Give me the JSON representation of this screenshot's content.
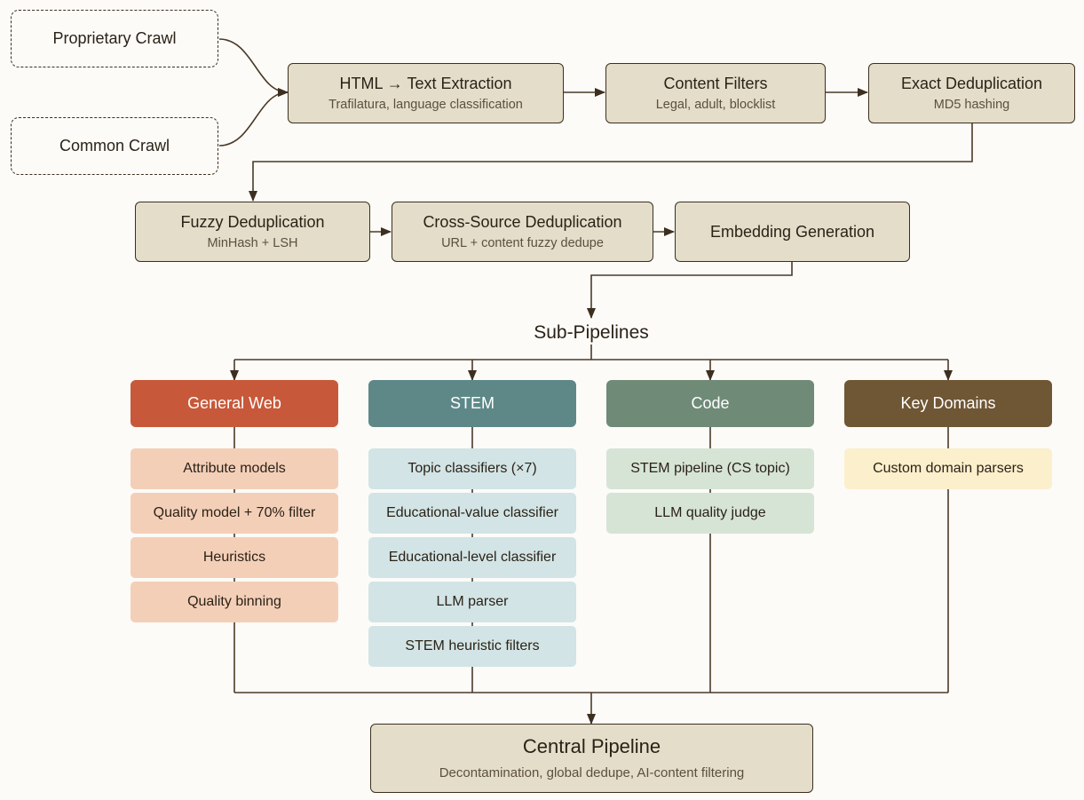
{
  "sources": {
    "proprietary": "Proprietary Crawl",
    "common": "Common Crawl"
  },
  "stages": {
    "html_extraction": {
      "title": "HTML → Text Extraction",
      "subtitle": "Trafilatura, language classification"
    },
    "content_filters": {
      "title": "Content Filters",
      "subtitle": "Legal, adult, blocklist"
    },
    "exact_dedup": {
      "title": "Exact Deduplication",
      "subtitle": "MD5 hashing"
    },
    "fuzzy_dedup": {
      "title": "Fuzzy Deduplication",
      "subtitle": "MinHash + LSH"
    },
    "cross_source_dedup": {
      "title": "Cross-Source Deduplication",
      "subtitle": "URL + content fuzzy dedupe"
    },
    "embedding": {
      "title": "Embedding Generation"
    }
  },
  "sub_pipelines_label": "Sub-Pipelines",
  "pipelines": {
    "general_web": {
      "title": "General Web",
      "items": [
        "Attribute models",
        "Quality model + 70% filter",
        "Heuristics",
        "Quality binning"
      ]
    },
    "stem": {
      "title": "STEM",
      "items": [
        "Topic classifiers (×7)",
        "Educational-value classifier",
        "Educational-level classifier",
        "LLM parser",
        "STEM heuristic filters"
      ]
    },
    "code": {
      "title": "Code",
      "items": [
        "STEM pipeline (CS topic)",
        "LLM quality judge"
      ]
    },
    "key_domains": {
      "title": "Key Domains",
      "items": [
        "Custom domain parsers"
      ]
    }
  },
  "central": {
    "title": "Central Pipeline",
    "subtitle": "Decontamination, global dedupe, AI-content filtering"
  },
  "colors": {
    "box_fill": "#e4ddca",
    "border": "#3d2f1f",
    "general_web_header": "#c7593a",
    "general_web_item": "#f4cfb8",
    "stem_header": "#5e8888",
    "stem_item": "#d2e4e5",
    "code_header": "#6f8a77",
    "code_item": "#d6e4d6",
    "key_domains_header": "#6f5634",
    "key_domains_item": "#fcefcc"
  }
}
